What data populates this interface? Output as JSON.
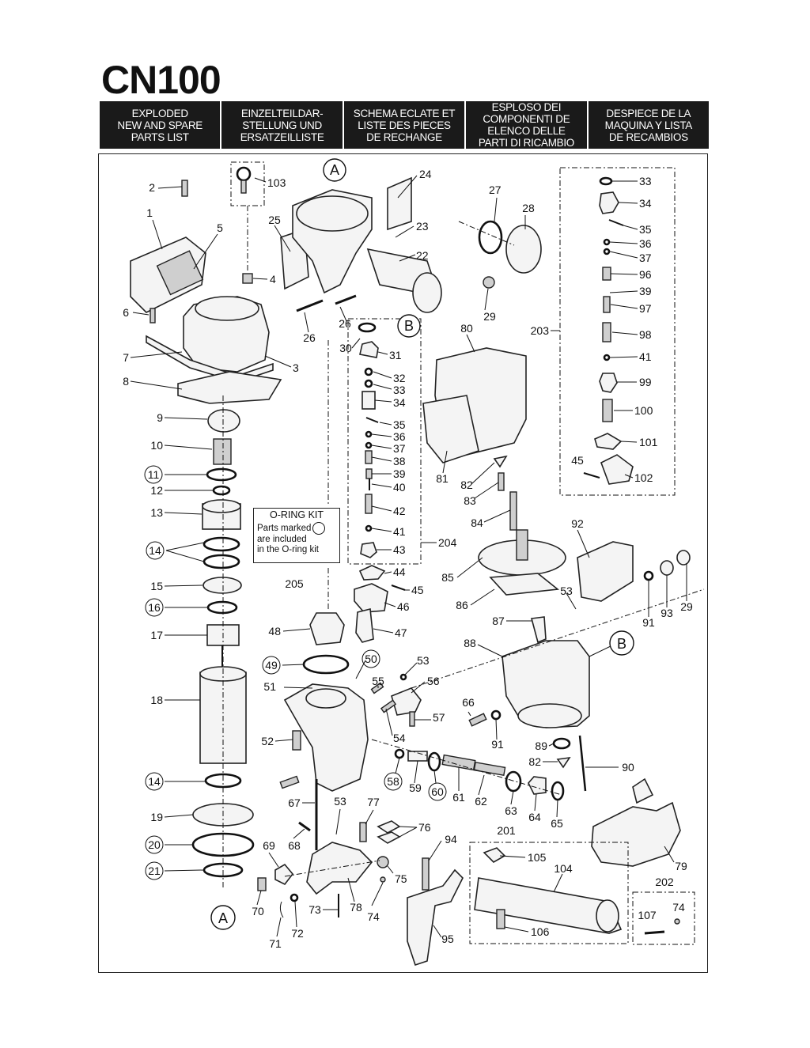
{
  "title": "CN100",
  "header": [
    {
      "text": "EXPLODED\nNEW AND SPARE\nPARTS LIST"
    },
    {
      "text": "EINZELTEILDAR-\nSTELLUNG UND\nERSATZEILLISTE"
    },
    {
      "text": "SCHEMA ECLATE ET\nLISTE DES PIECES\nDE RECHANGE"
    },
    {
      "text": "ESPLOSO DEI\nCOMPONENTI DE\nELENCO DELLE\nPARTI DI RICAMBIO"
    },
    {
      "text": "DESPIECE DE LA\nMAQUINA Y LISTA\nDE RECAMBIOS"
    }
  ],
  "oring_kit": {
    "heading": "O-RING KIT",
    "line1": "Parts marked",
    "line2": "are included",
    "line3": "in the O-ring kit"
  },
  "circle_markers": {
    "a": "A",
    "b": "B"
  },
  "part_labels": [
    {
      "n": "2",
      "plain": true
    },
    {
      "n": "1"
    },
    {
      "n": "5"
    },
    {
      "n": "103"
    },
    {
      "n": "25"
    },
    {
      "n": "24"
    },
    {
      "n": "27"
    },
    {
      "n": "28"
    },
    {
      "n": "23"
    },
    {
      "n": "22"
    },
    {
      "n": "4"
    },
    {
      "n": "6"
    },
    {
      "n": "7"
    },
    {
      "n": "3"
    },
    {
      "n": "8"
    },
    {
      "n": "26"
    },
    {
      "n": "26"
    },
    {
      "n": "29"
    },
    {
      "n": "30"
    },
    {
      "n": "31"
    },
    {
      "n": "80"
    },
    {
      "n": "203"
    },
    {
      "n": "9"
    },
    {
      "n": "10"
    },
    {
      "n": "11",
      "circled": true
    },
    {
      "n": "12"
    },
    {
      "n": "13"
    },
    {
      "n": "14",
      "circled": true
    },
    {
      "n": "15"
    },
    {
      "n": "16",
      "circled": true
    },
    {
      "n": "17"
    },
    {
      "n": "18"
    },
    {
      "n": "14",
      "circled": true
    },
    {
      "n": "19"
    },
    {
      "n": "20",
      "circled": true
    },
    {
      "n": "21",
      "circled": true
    },
    {
      "n": "32"
    },
    {
      "n": "33"
    },
    {
      "n": "34"
    },
    {
      "n": "35"
    },
    {
      "n": "36"
    },
    {
      "n": "37"
    },
    {
      "n": "38"
    },
    {
      "n": "39"
    },
    {
      "n": "40"
    },
    {
      "n": "42"
    },
    {
      "n": "41"
    },
    {
      "n": "43"
    },
    {
      "n": "204"
    },
    {
      "n": "205"
    },
    {
      "n": "44"
    },
    {
      "n": "45"
    },
    {
      "n": "46"
    },
    {
      "n": "47"
    },
    {
      "n": "48"
    },
    {
      "n": "49",
      "circled": true
    },
    {
      "n": "50",
      "circled": true
    },
    {
      "n": "51"
    },
    {
      "n": "52"
    },
    {
      "n": "53"
    },
    {
      "n": "55"
    },
    {
      "n": "56"
    },
    {
      "n": "54"
    },
    {
      "n": "57"
    },
    {
      "n": "58",
      "circled": true
    },
    {
      "n": "59"
    },
    {
      "n": "60",
      "circled": true
    },
    {
      "n": "61"
    },
    {
      "n": "62"
    },
    {
      "n": "63"
    },
    {
      "n": "64"
    },
    {
      "n": "65"
    },
    {
      "n": "66"
    },
    {
      "n": "67"
    },
    {
      "n": "53"
    },
    {
      "n": "77"
    },
    {
      "n": "76"
    },
    {
      "n": "69"
    },
    {
      "n": "68"
    },
    {
      "n": "75"
    },
    {
      "n": "70"
    },
    {
      "n": "71"
    },
    {
      "n": "72"
    },
    {
      "n": "73"
    },
    {
      "n": "78"
    },
    {
      "n": "74"
    },
    {
      "n": "94"
    },
    {
      "n": "95"
    },
    {
      "n": "81"
    },
    {
      "n": "82"
    },
    {
      "n": "83"
    },
    {
      "n": "84"
    },
    {
      "n": "85"
    },
    {
      "n": "86"
    },
    {
      "n": "92"
    },
    {
      "n": "53"
    },
    {
      "n": "87"
    },
    {
      "n": "88"
    },
    {
      "n": "91"
    },
    {
      "n": "93"
    },
    {
      "n": "29"
    },
    {
      "n": "91"
    },
    {
      "n": "89"
    },
    {
      "n": "82"
    },
    {
      "n": "90"
    },
    {
      "n": "45"
    },
    {
      "n": "102"
    },
    {
      "n": "101"
    },
    {
      "n": "100"
    },
    {
      "n": "99"
    },
    {
      "n": "41"
    },
    {
      "n": "98"
    },
    {
      "n": "97"
    },
    {
      "n": "39"
    },
    {
      "n": "96"
    },
    {
      "n": "37"
    },
    {
      "n": "36"
    },
    {
      "n": "35"
    },
    {
      "n": "34"
    },
    {
      "n": "33"
    },
    {
      "n": "201"
    },
    {
      "n": "105"
    },
    {
      "n": "104"
    },
    {
      "n": "106"
    },
    {
      "n": "79"
    },
    {
      "n": "202"
    },
    {
      "n": "107"
    },
    {
      "n": "74"
    }
  ]
}
